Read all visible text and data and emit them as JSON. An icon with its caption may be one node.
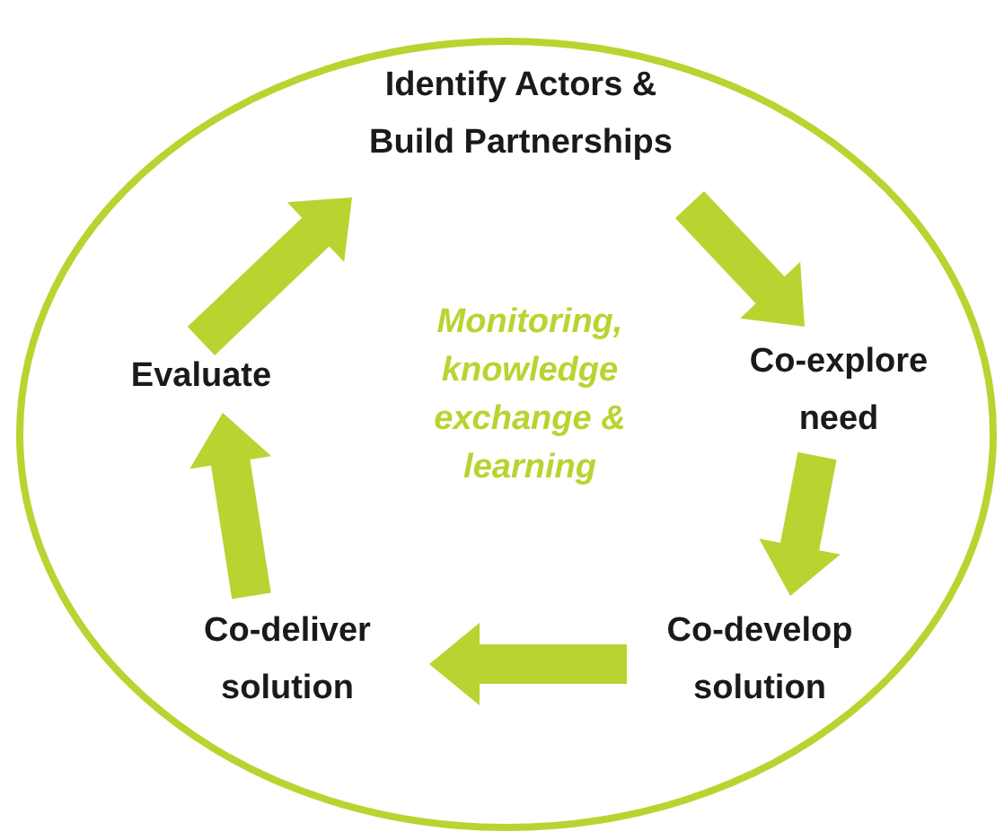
{
  "diagram": {
    "nodes": [
      {
        "text": [
          "Monitoring, knowledge exchange & learning"
        ]
      },
      {
        "text": [
          "Identify Actors & Build Partnerships"
        ],
        "in": 0
      },
      {
        "text": [
          "Co-explore need"
        ],
        "in": 0
      },
      {
        "text": [
          "Co-develop solution"
        ],
        "in": 0
      },
      {
        "text": [
          "Co-deliver solution"
        ],
        "in": 0
      },
      {
        "text": [
          "Evaluate"
        ],
        "in": 0
      }
    ],
    "edges": [
      {
        "from": 1,
        "to": 2,
        "arrow": "to"
      },
      {
        "from": 2,
        "to": 3,
        "arrow": "to"
      },
      {
        "from": 3,
        "to": 4,
        "arrow": "to"
      },
      {
        "from": 4,
        "to": 5,
        "arrow": "to"
      },
      {
        "from": 5,
        "to": 1,
        "arrow": "to"
      }
    ]
  }
}
